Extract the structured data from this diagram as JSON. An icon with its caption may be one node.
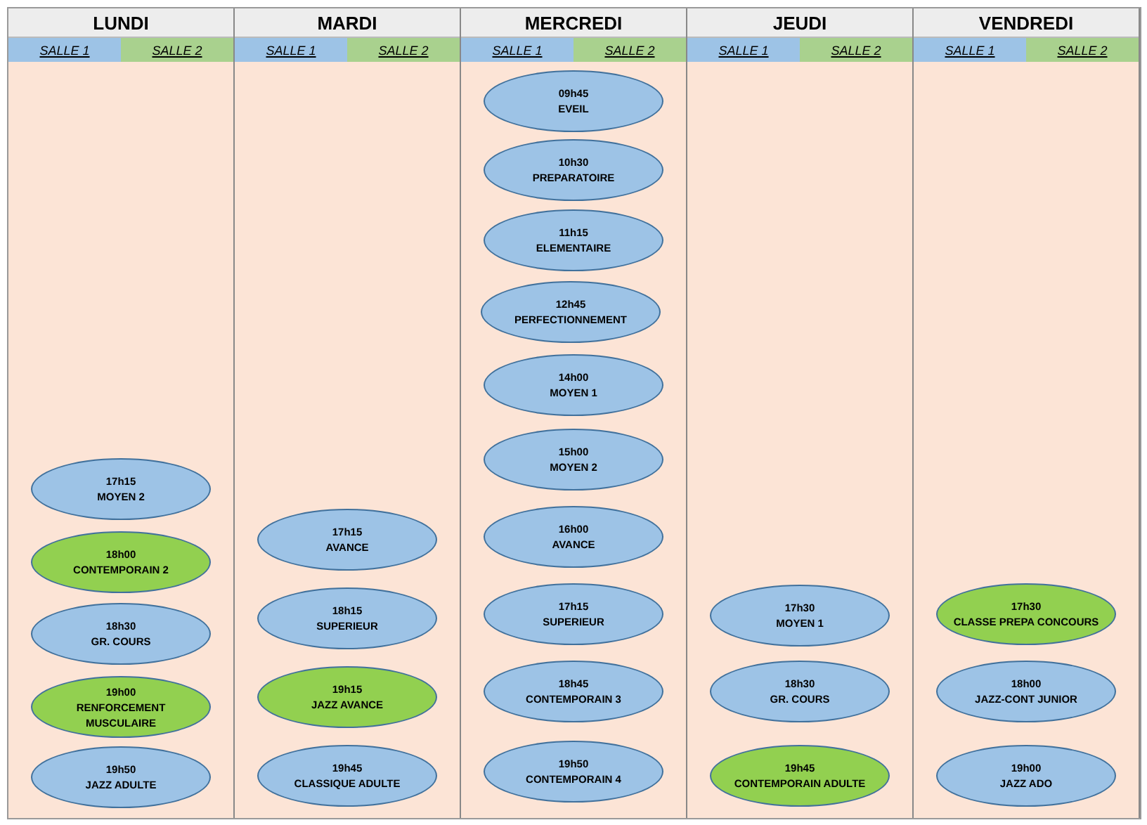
{
  "diagram": {
    "nodes": [
      {
        "text": [
          "LUNDI"
        ]
      },
      {
        "text": [
          "17h15",
          "MOYEN 2"
        ],
        "in": 0
      },
      {
        "text": [
          "18h00",
          "CONTEMPORAIN 2"
        ],
        "in": 0
      },
      {
        "text": [
          "18h30",
          "GR. COURS"
        ],
        "in": 0
      },
      {
        "text": [
          "19h00",
          "RENFORCEMENT MUSCULAIRE"
        ],
        "in": 0
      },
      {
        "text": [
          "19h50",
          "JAZZ ADULTE"
        ],
        "in": 0
      },
      {
        "text": [
          "MARDI"
        ]
      },
      {
        "text": [
          "17h15",
          "AVANCE"
        ],
        "in": 6
      },
      {
        "text": [
          "18h15",
          "SUPERIEUR"
        ],
        "in": 6
      },
      {
        "text": [
          "19h15",
          "JAZZ AVANCE"
        ],
        "in": 6
      },
      {
        "text": [
          "19h45",
          "CLASSIQUE ADULTE"
        ],
        "in": 6
      },
      {
        "text": [
          "MERCREDI"
        ]
      },
      {
        "text": [
          "09h45",
          "EVEIL"
        ],
        "in": 11
      },
      {
        "text": [
          "10h30",
          "PREPARATOIRE"
        ],
        "in": 11
      },
      {
        "text": [
          "11h15",
          "ELEMENTAIRE"
        ],
        "in": 11
      },
      {
        "text": [
          "12h45",
          "PERFECTIONNEMENT"
        ],
        "in": 11
      },
      {
        "text": [
          "14h00",
          "MOYEN 1"
        ],
        "in": 11
      },
      {
        "text": [
          "15h00",
          "MOYEN 2"
        ],
        "in": 11
      },
      {
        "text": [
          "16h00",
          "AVANCE"
        ],
        "in": 11
      },
      {
        "text": [
          "17h15",
          "SUPERIEUR"
        ],
        "in": 11
      },
      {
        "text": [
          "18h45",
          "CONTEMPORAIN 3"
        ],
        "in": 11
      },
      {
        "text": [
          "19h50",
          "CONTEMPORAIN 4"
        ],
        "in": 11
      },
      {
        "text": [
          "JEUDI"
        ]
      },
      {
        "text": [
          "17h30",
          "MOYEN 1"
        ],
        "in": 22
      },
      {
        "text": [
          "18h30",
          "GR. COURS"
        ],
        "in": 22
      },
      {
        "text": [
          "19h45",
          "CONTEMPORAIN ADULTE"
        ],
        "in": 22
      },
      {
        "text": [
          "VENDREDI"
        ]
      },
      {
        "text": [
          "17h30",
          "CLASSE PREPA CONCOURS"
        ],
        "in": 26
      },
      {
        "text": [
          "18h00",
          "JAZZ-CONT JUNIOR"
        ],
        "in": 26
      },
      {
        "text": [
          "19h00",
          "JAZZ ADO"
        ],
        "in": 26
      }
    ],
    "legend": [
      {
        "text": "SALLE 1",
        "color": "#9dc3e6"
      },
      {
        "text": "SALLE 2",
        "color": "#a9d18e"
      },
      {
        "text": "SALLE 1",
        "color": "#9dc3e6"
      },
      {
        "text": "SALLE 2",
        "color": "#a9d18e"
      },
      {
        "text": "SALLE 1",
        "color": "#9dc3e6"
      },
      {
        "text": "SALLE 2",
        "color": "#a9d18e"
      },
      {
        "text": "SALLE 1",
        "color": "#9dc3e6"
      },
      {
        "text": "SALLE 2",
        "color": "#a9d18e"
      },
      {
        "text": "SALLE 1",
        "color": "#9dc3e6"
      },
      {
        "text": "SALLE 2",
        "color": "#a9d18e"
      }
    ]
  }
}
